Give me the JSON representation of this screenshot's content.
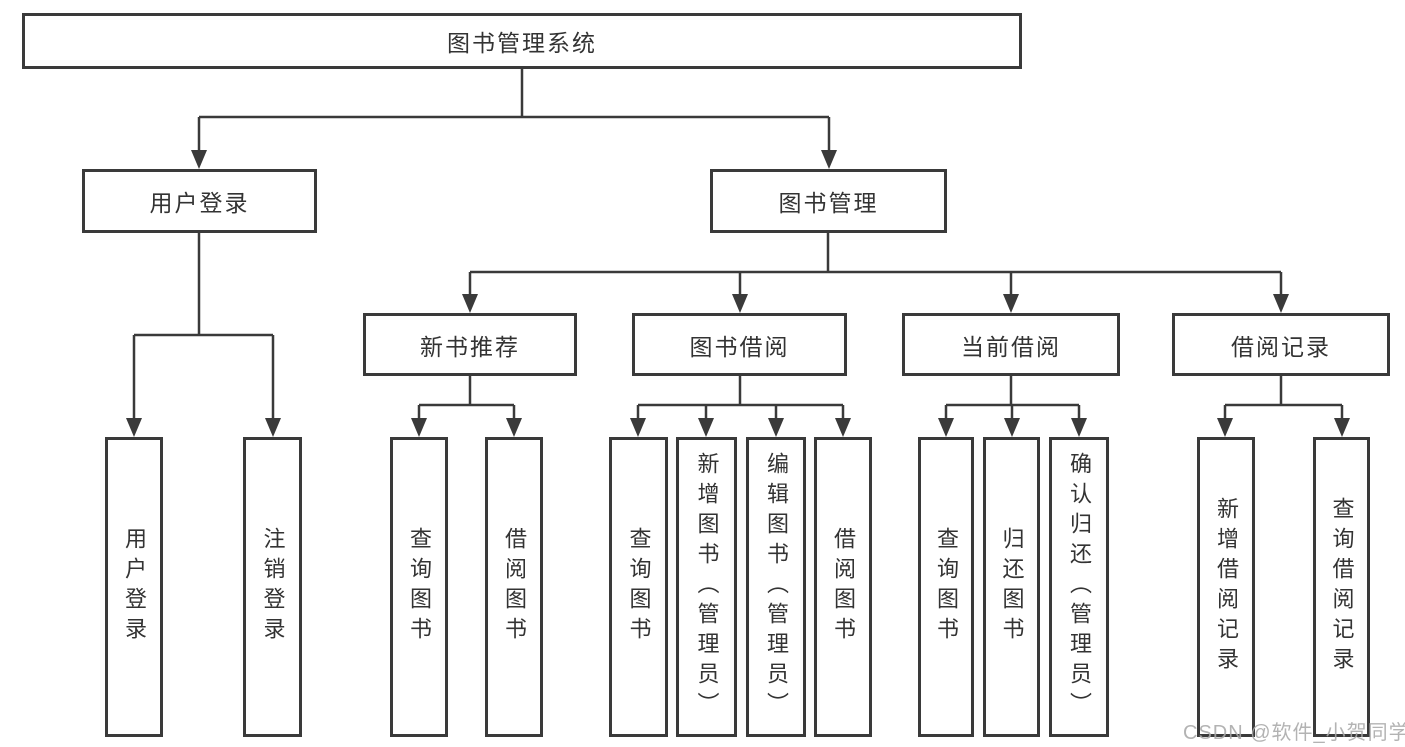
{
  "diagram": {
    "root": {
      "label": "图书管理系统"
    },
    "branches": [
      {
        "label": "用户登录",
        "children": [
          {
            "label": "用户登录"
          },
          {
            "label": "注销登录"
          }
        ]
      },
      {
        "label": "图书管理",
        "children": [
          {
            "label": "新书推荐",
            "children": [
              {
                "label": "查询图书"
              },
              {
                "label": "借阅图书"
              }
            ]
          },
          {
            "label": "图书借阅",
            "children": [
              {
                "label": "查询图书"
              },
              {
                "label": "新增图书（管理员）"
              },
              {
                "label": "编辑图书（管理员）"
              },
              {
                "label": "借阅图书"
              }
            ]
          },
          {
            "label": "当前借阅",
            "children": [
              {
                "label": "查询图书"
              },
              {
                "label": "归还图书"
              },
              {
                "label": "确认归还（管理员）"
              }
            ]
          },
          {
            "label": "借阅记录",
            "children": [
              {
                "label": "新增借阅记录"
              },
              {
                "label": "查询借阅记录"
              }
            ]
          }
        ]
      }
    ],
    "colors": {
      "border": "#3a3a3a",
      "line": "#3a3a3a",
      "text": "#333333",
      "background": "#ffffff"
    }
  },
  "watermark": {
    "text": "CSDN @软件_小贺同学"
  }
}
